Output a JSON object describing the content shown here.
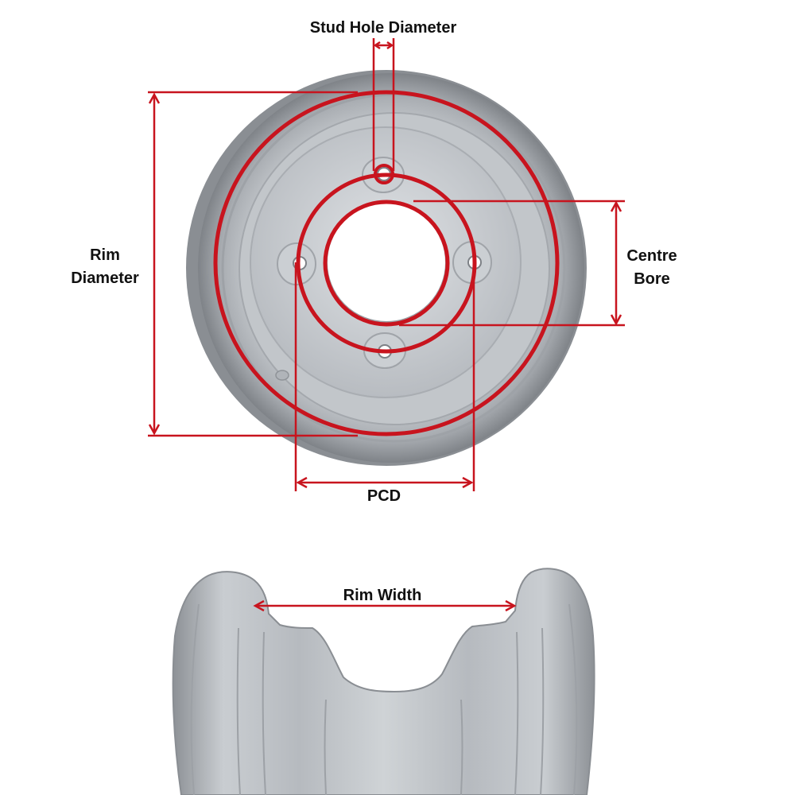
{
  "labels": {
    "stud_hole_diameter": "Stud Hole Diameter",
    "rim_diameter_line1": "Rim",
    "rim_diameter_line2": "Diameter",
    "centre_bore_line1": "Centre",
    "centre_bore_line2": "Bore",
    "pcd": "PCD",
    "rim_width": "Rim Width"
  },
  "colors": {
    "measure_red": "#c8141e",
    "wheel_silver": "#c4c8cc",
    "wheel_shadow": "#8e9297",
    "text": "#111111"
  },
  "icons": {
    "wheel_front": "wheel-front-view-illustration",
    "wheel_profile": "wheel-profile-cross-section-illustration"
  }
}
